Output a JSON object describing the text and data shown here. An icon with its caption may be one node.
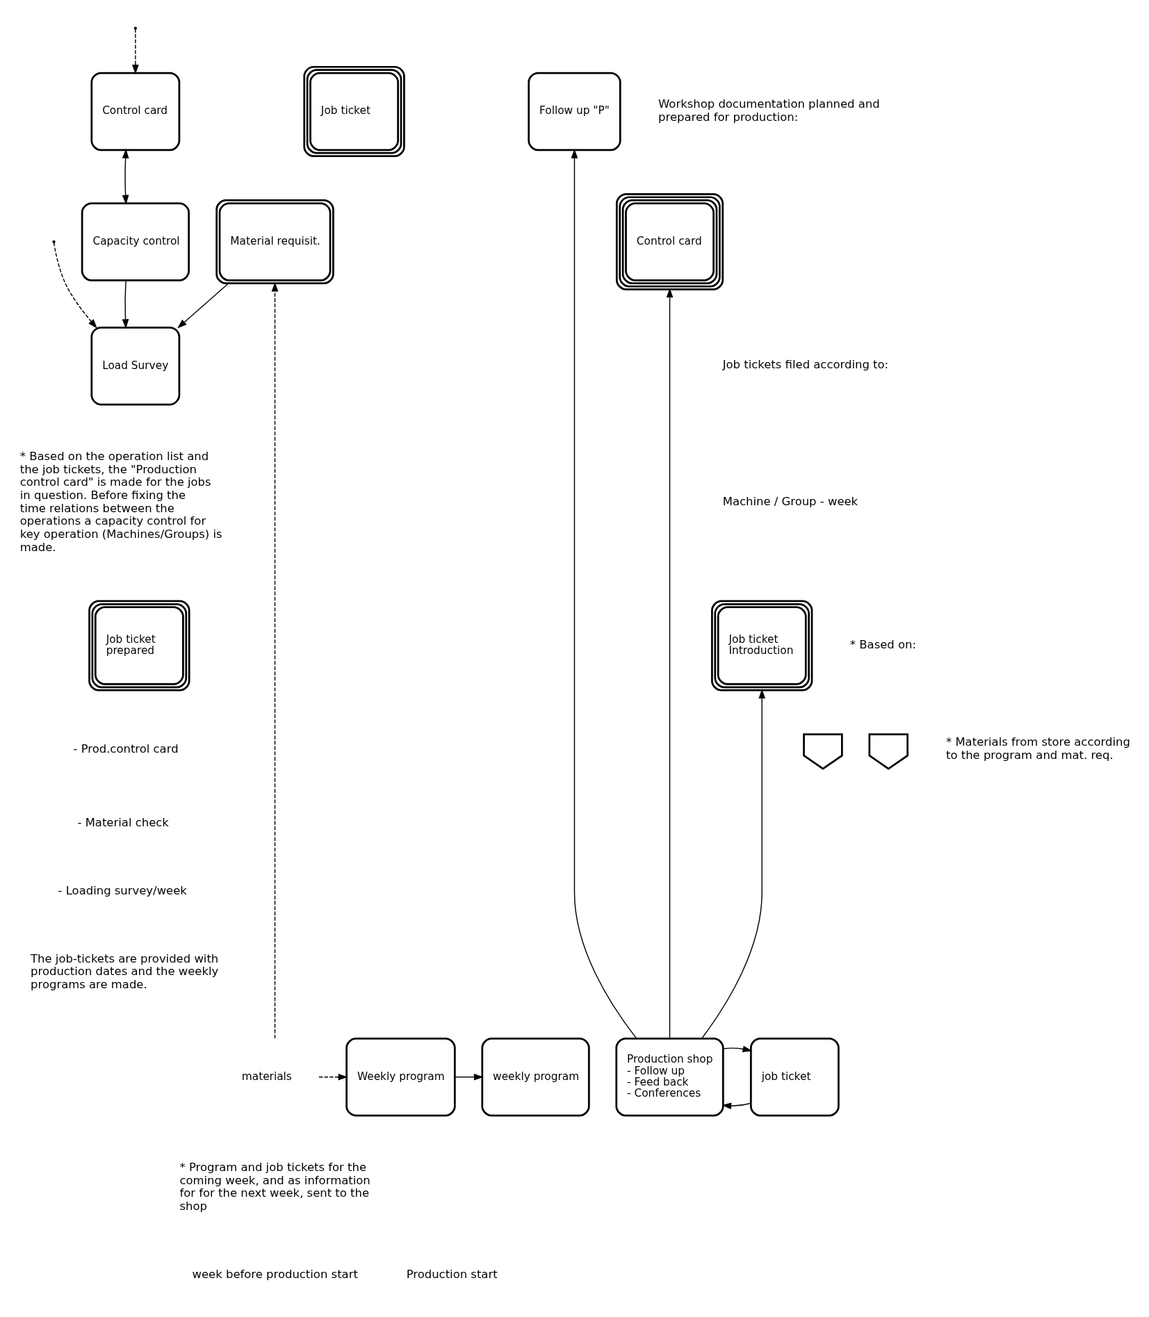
{
  "diagram": {
    "nodes": [
      {
        "text": [
          "Control card"
        ]
      },
      {
        "text": [
          "Capacity control"
        ]
      },
      {
        "text": [
          "Job ticket"
        ]
      },
      {
        "text": [
          "Material requisit."
        ]
      },
      {
        "text": [
          "Load Survey"
        ]
      },
      {
        "text": [
          "Weekly program"
        ]
      },
      {
        "text": [
          "Follow up \"P\""
        ]
      },
      {
        "text": [
          "Control card"
        ]
      },
      {
        "text": [
          "Job ticket",
          "prepared"
        ]
      },
      {
        "text": [
          "Job ticket",
          "Introduction"
        ]
      },
      {
        "text": [
          "weekly program"
        ]
      },
      {
        "text": [
          "job ticket"
        ]
      },
      {
        "text": [
          "Production shop",
          "- Follow up",
          "- Feed back",
          "- Conferences"
        ]
      },
      {
        "text": [],
        "shape": "shield"
      },
      {
        "text": [],
        "shape": "shield"
      },
      {
        "text": [
          "materials"
        ]
      }
    ],
    "edges": [
      {
        "from": null,
        "to": 0,
        "arrow": "to",
        "style": "dashed"
      },
      {
        "from": 0,
        "to": 1,
        "arrow": "both"
      },
      {
        "from": 15,
        "to": 3,
        "arrow": "to",
        "style": "dashed"
      },
      {
        "from": 3,
        "to": 4,
        "arrow": "to"
      },
      {
        "from": 1,
        "to": 4,
        "arrow": "to"
      },
      {
        "from": null,
        "to": 4,
        "arrow": "to",
        "style": "dashed"
      },
      {
        "from": 15,
        "to": 5,
        "arrow": "to",
        "style": "dashed"
      },
      {
        "from": 5,
        "to": 10,
        "arrow": "to"
      },
      {
        "from": 12,
        "to": 6,
        "arrow": "to"
      },
      {
        "from": 12,
        "to": 7,
        "arrow": "to"
      },
      {
        "from": 12,
        "to": 9,
        "arrow": "to"
      },
      {
        "from": 11,
        "to": 12,
        "arrow": "to"
      },
      {
        "from": 12,
        "to": 11,
        "arrow": "to"
      }
    ],
    "labels": [
      "Workshop documentation planned and prepared for production:",
      "* Based on the operation list and the job tickets, the \"Production control card\" is made for the jobs in question. Before fixing the time relations between the operations a capacity control for key operation (Machines/Groups) is made.",
      "Job tickets filed according to:",
      "Machine / Group - week",
      "* Based on:",
      "- Prod.control card",
      "- Material check",
      "- Loading survey/week",
      "The job-tickets are provided with production dates and the weekly programs are made.",
      "* Materials from store according to the program and mat. req.",
      "* Program and job tickets for the coming week, and as information for for the next week, sent to the shop",
      "week before production start",
      "Production start"
    ]
  }
}
